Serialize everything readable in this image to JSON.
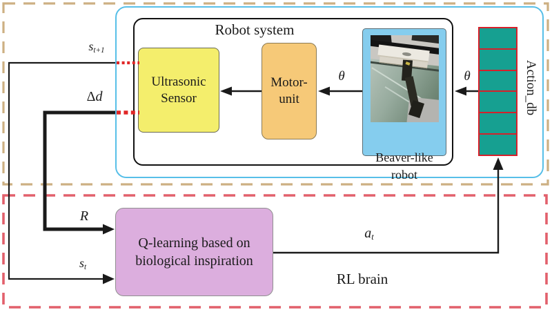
{
  "robot_system": {
    "title": "Robot system",
    "ultrasonic": {
      "line1": "Ultrasonic",
      "line2": "Sensor"
    },
    "motor": {
      "line1": "Motor-",
      "line2": "unit"
    },
    "beaver": {
      "line1": "Beaver-like",
      "line2": "robot"
    }
  },
  "action_db": {
    "label": "Action_db",
    "cell_count": 6
  },
  "rl": {
    "q_line1": "Q-learning based on",
    "q_line2": "biological inspiration",
    "label": "RL brain"
  },
  "labels": {
    "s_next_base": "s",
    "s_next_sub": "t+1",
    "delta": "Δ",
    "delta_var": "d",
    "reward": "R",
    "s_base": "s",
    "s_sub": "t",
    "a_base": "a",
    "a_sub": "t",
    "theta1": "θ",
    "theta2": "θ"
  },
  "colors": {
    "top_frame_dash": "#cdb083",
    "bottom_frame_dash": "#e2606c",
    "robot_system_frame": "#57bfe8",
    "inner_frame": "#111111",
    "ultrasonic_fill": "#f4ee6c",
    "motor_fill": "#f6c978",
    "beaver_fill": "#85cdee",
    "action_cell_fill": "#16a091",
    "action_cell_border": "#d6202a",
    "q_box_fill": "#dcaede",
    "dotted_link": "#e02626",
    "line": "#1a1a1a"
  }
}
